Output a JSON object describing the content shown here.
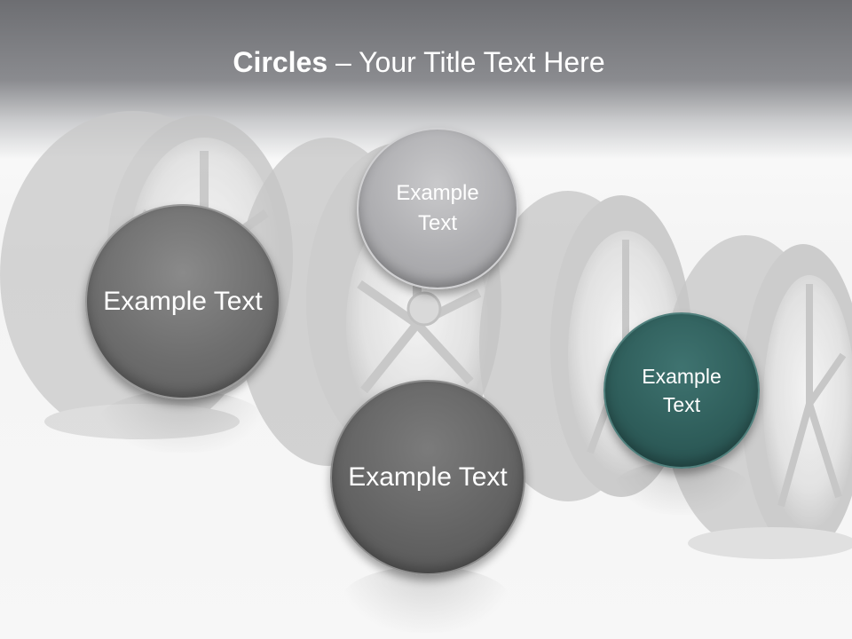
{
  "slide": {
    "title_bold": "Circles",
    "title_rest": " – Your Title Text Here"
  },
  "circles": [
    {
      "label": "Example Text",
      "color": "#6e6e6e"
    },
    {
      "label": "Example Text",
      "color": "#aeaeb1"
    },
    {
      "label": "Example Text",
      "color": "#646464"
    },
    {
      "label": "Example Text",
      "color": "#2f5e5b"
    }
  ],
  "colors": {
    "title_band": "#6d6e72",
    "title_text": "#ffffff",
    "tyre_gray": "#c8c8c8"
  },
  "icons": [
    "tyre-image"
  ]
}
